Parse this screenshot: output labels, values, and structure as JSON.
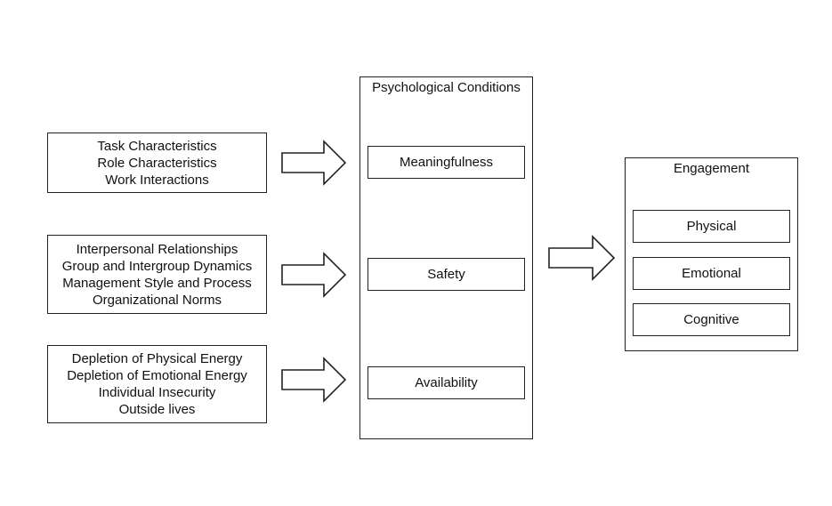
{
  "antecedents": [
    {
      "lines": [
        "Task Characteristics",
        "Role Characteristics",
        "Work Interactions"
      ]
    },
    {
      "lines": [
        "Interpersonal Relationships",
        "Group and Intergroup Dynamics",
        "Management Style and Process",
        "Organizational Norms"
      ]
    },
    {
      "lines": [
        "Depletion of Physical Energy",
        "Depletion of Emotional Energy",
        "Individual Insecurity",
        "Outside lives"
      ]
    }
  ],
  "conditions": {
    "title": "Psychological Conditions",
    "items": [
      "Meaningfulness",
      "Safety",
      "Availability"
    ]
  },
  "engagement": {
    "title": "Engagement",
    "items": [
      "Physical",
      "Emotional",
      "Cognitive"
    ]
  }
}
